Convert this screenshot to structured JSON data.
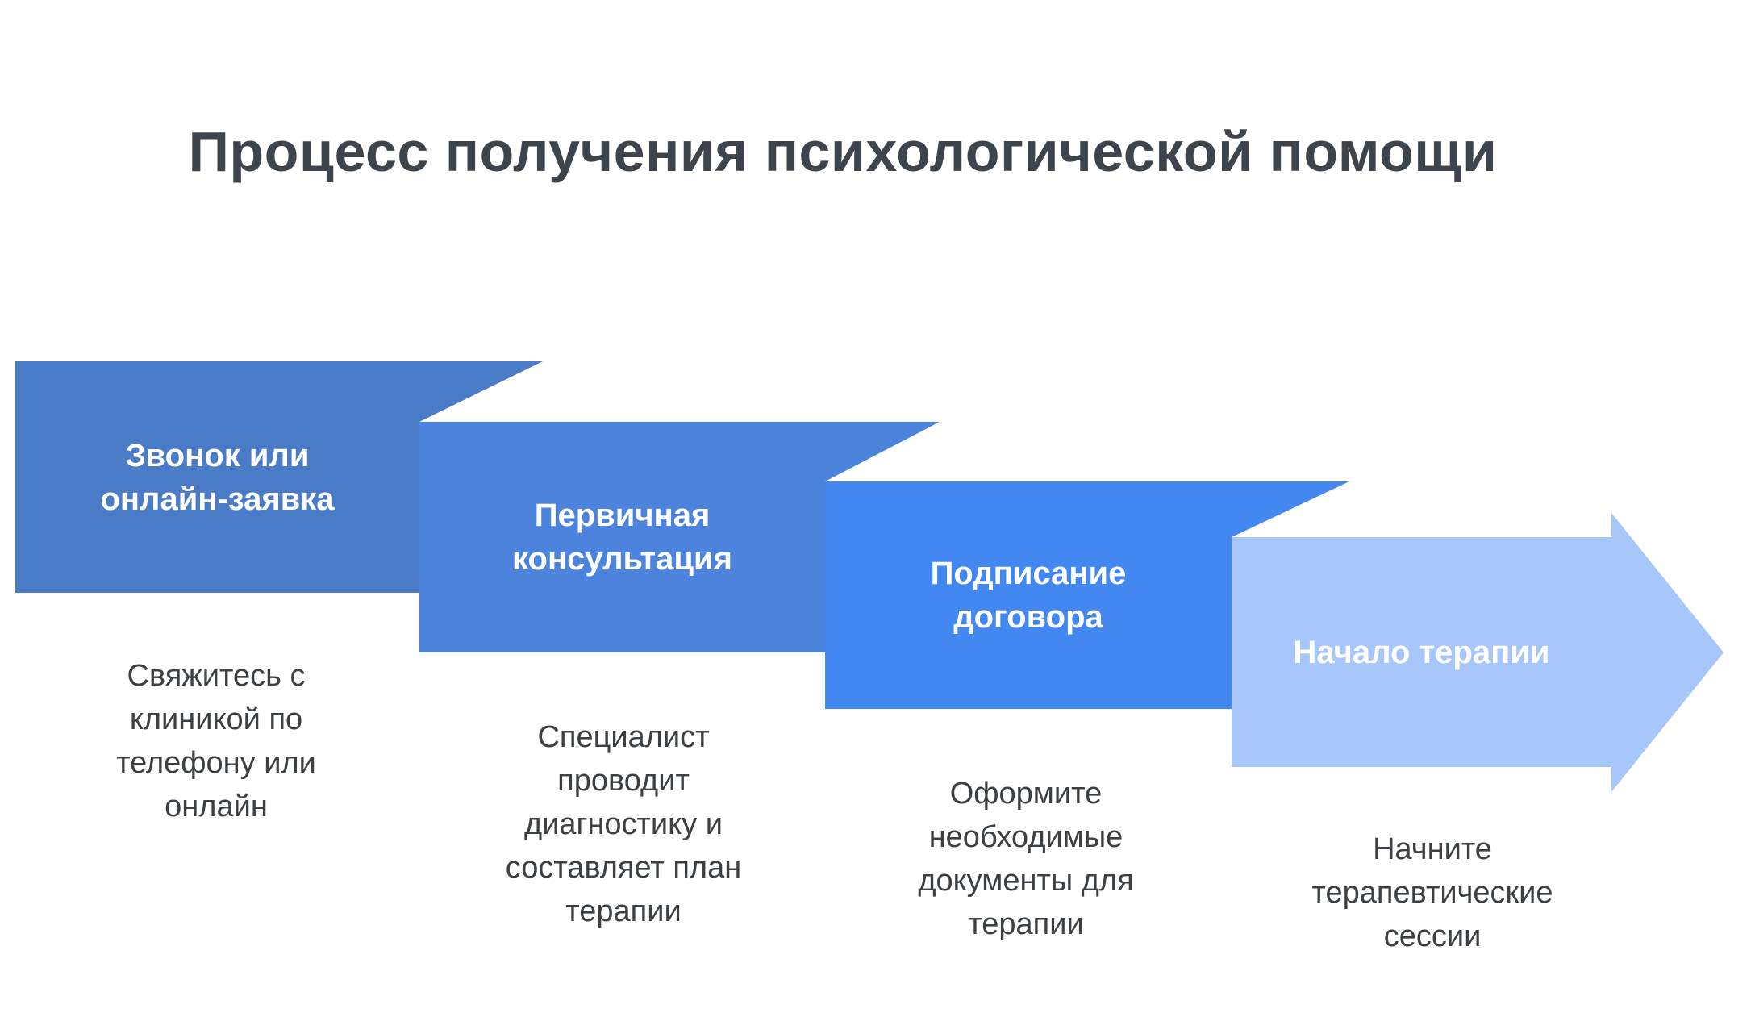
{
  "title": "Процесс получения психологической помощи",
  "colors": {
    "background": "#ffffff",
    "title_text": "#3d444b",
    "description_text": "#3c4043",
    "label_text": "#ffffff",
    "step1": "#4a7bc6",
    "step2": "#4c83dc",
    "step3": "#4288f0",
    "step4": "#a7c6f9"
  },
  "steps": [
    {
      "label": "Звонок или\nонлайн-заявка",
      "description": "Свяжитесь с\nклиникой по\nтелефону или\nонлайн"
    },
    {
      "label": "Первичная\nконсультация",
      "description": "Специалист\nпроводит\nдиагностику и\nсоставляет план\nтерапии"
    },
    {
      "label": "Подписание\nдоговора",
      "description": "Оформите\nнеобходимые\nдокументы для\nтерапии"
    },
    {
      "label": "Начало терапии",
      "description": "Начните\nтерапевтические\nсессии"
    }
  ]
}
